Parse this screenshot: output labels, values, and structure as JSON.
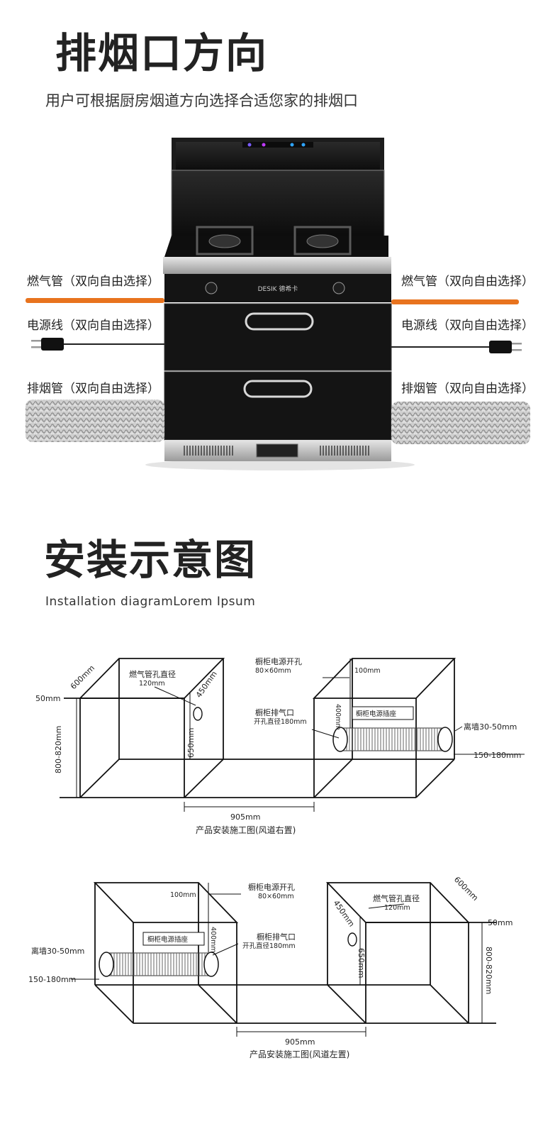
{
  "section1": {
    "title": "排烟口方向",
    "subtitle": "用户可根据厨房烟道方向选择合适您家的排烟口",
    "labels": {
      "gas_left": "燃气管（双向自由选择）",
      "gas_right": "燃气管（双向自由选择）",
      "power_left": "电源线（双向自由选择）",
      "power_right": "电源线（双向自由选择）",
      "exhaust_left": "排烟管（双向自由选择）",
      "exhaust_right": "排烟管（双向自由选择）"
    },
    "brand": "DESIK 德希卡",
    "colors": {
      "gas_pipe": "#e8731e",
      "appliance": "#141414",
      "steel": "#b8b8b8"
    }
  },
  "section2": {
    "title": "安装示意图",
    "subtitle": "Installation diagramLorem Ipsum"
  },
  "diagram1": {
    "dim_600": "600mm",
    "dim_50": "50mm",
    "dim_height": "800-820mm",
    "gas_hole": "燃气管孔直径",
    "gas_hole_size": "120mm",
    "dim_450": "450mm",
    "dim_650": "650mm",
    "power_open": "橱柜电源开孔",
    "power_open_size": "80×60mm",
    "dim_100": "100mm",
    "exhaust_open": "橱柜排气口",
    "exhaust_open_size": "开孔直径180mm",
    "dim_400": "400mm",
    "socket": "橱柜电源插座",
    "wall": "离墙30-50mm",
    "dim_150": "150-180mm",
    "dim_905": "905mm",
    "caption": "产品安装施工图(风道右置)"
  },
  "diagram2": {
    "dim_100": "100mm",
    "power_open": "橱柜电源开孔",
    "power_open_size": "80×60mm",
    "socket": "橱柜电源插座",
    "dim_400": "400mm",
    "exhaust_open": "橱柜排气口",
    "exhaust_open_size": "开孔直径180mm",
    "wall": "离墙30-50mm",
    "dim_150": "150-180mm",
    "gas_hole": "燃气管孔直径",
    "gas_hole_size": "120mm",
    "dim_450": "450mm",
    "dim_600": "600mm",
    "dim_50": "50mm",
    "dim_650": "650mm",
    "dim_height": "800-820mm",
    "dim_905": "905mm",
    "caption": "产品安装施工图(风道左置)"
  }
}
